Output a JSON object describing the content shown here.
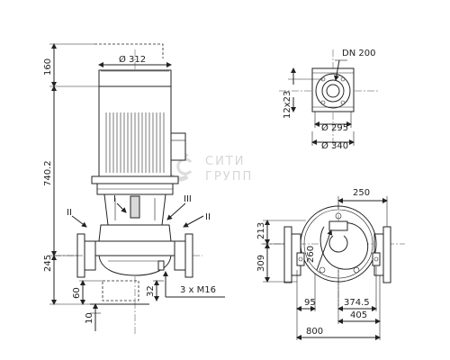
{
  "elevation": {
    "dims": {
      "motor_height": "160",
      "overall_height": "740.2",
      "axis_height": "245",
      "base_height": "60",
      "base_offset": "10",
      "flange_offset": "32",
      "motor_diameter": "Ø 312",
      "bolts": "3 x M16"
    },
    "callouts": [
      "II",
      "I",
      "III",
      "II"
    ]
  },
  "flange": {
    "dn": "DN 200",
    "holes": "12x23",
    "bolt_circle": "Ø 295",
    "outer": "Ø 340"
  },
  "plan": {
    "dims": {
      "width_top": "250",
      "h213": "213",
      "h309": "309",
      "r260": "260",
      "w95": "95",
      "w374": "374.5",
      "w405": "405",
      "w800": "800"
    }
  },
  "watermark": {
    "line1": "СИТИ",
    "line2": "ГРУПП"
  }
}
